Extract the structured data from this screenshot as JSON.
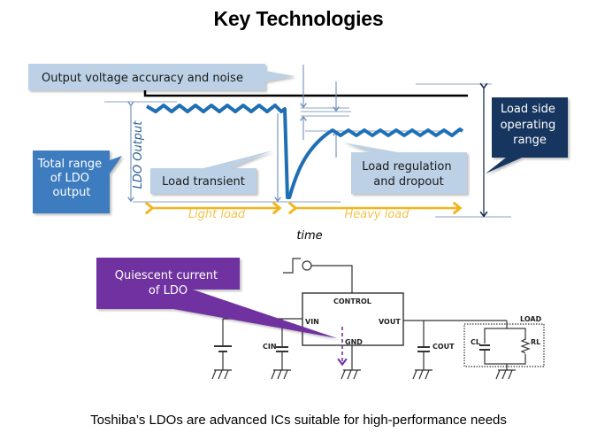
{
  "title": "Key Technologies",
  "waveform": {
    "y_axis_label": "LDO Output",
    "x_axis_label": "time",
    "light_load_label": "Light load",
    "heavy_load_label": "Heavy load",
    "colors": {
      "signal": "#1f6fb5",
      "arrow": "#f2b61c",
      "dimension": "#6f8fb8",
      "reference_line": "#000000"
    }
  },
  "callouts": {
    "output_voltage": "Output voltage accuracy and noise",
    "total_range": [
      "Total range",
      "of LDO",
      "output"
    ],
    "load_transient": "Load transient",
    "load_regulation": [
      "Load regulation",
      "and dropout"
    ],
    "load_side": [
      "Load side",
      "operating",
      "range"
    ],
    "quiescent": [
      "Quiescent current",
      "of LDO"
    ]
  },
  "callout_colors": {
    "light": "#bcd0e6",
    "medium": "#3d7bbf",
    "dark": "#16365f",
    "purple": "#7030a0"
  },
  "circuit": {
    "labels": {
      "control": "CONTROL",
      "vin": "VIN",
      "vout": "VOUT",
      "gnd": "GND",
      "cin": "CIN",
      "cout": "COUT",
      "cl": "CL",
      "rl": "RL",
      "load": "LOAD"
    }
  },
  "footer": "Toshiba’s LDOs are advanced ICs suitable for high-performance needs"
}
